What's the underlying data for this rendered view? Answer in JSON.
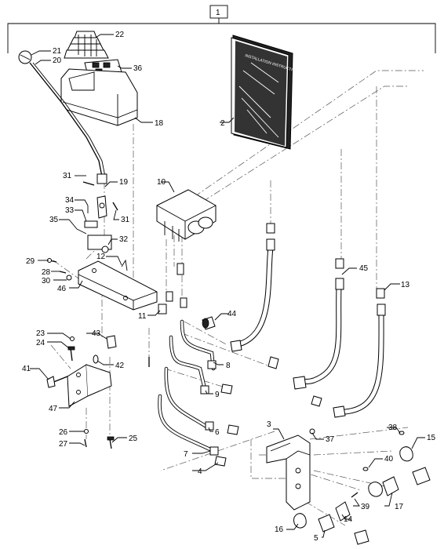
{
  "assembly_label": "1",
  "manual_title_lines": [
    "INSTALLATION INSTRUCTIONS"
  ],
  "callouts": {
    "c1": "1",
    "c2": "2",
    "c3": "3",
    "c4": "4",
    "c5": "5",
    "c6": "6",
    "c7": "7",
    "c8": "8",
    "c9": "9",
    "c10": "10",
    "c11": "11",
    "c12": "12",
    "c13": "13",
    "c14": "14",
    "c15": "15",
    "c16": "16",
    "c17": "17",
    "c18": "18",
    "c19": "19",
    "c20": "20",
    "c21": "21",
    "c22": "22",
    "c23": "23",
    "c24": "24",
    "c25": "25",
    "c26": "26",
    "c27": "27",
    "c28": "28",
    "c29": "29",
    "c30": "30",
    "c31a": "31",
    "c31b": "31",
    "c32": "32",
    "c33": "33",
    "c34": "34",
    "c35": "35",
    "c36": "36",
    "c37": "37",
    "c38": "38",
    "c39": "39",
    "c40": "40",
    "c41": "41",
    "c42": "42",
    "c43": "43",
    "c44": "44",
    "c45": "45",
    "c46": "46",
    "c47": "47"
  }
}
